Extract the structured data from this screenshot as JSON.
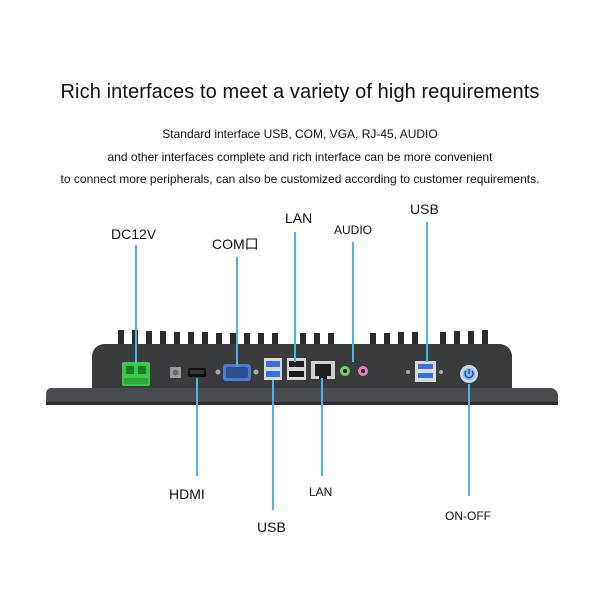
{
  "heading": "Rich interfaces to meet a variety of high requirements",
  "description": [
    "Standard interface USB, COM, VGA, RJ-45, AUDIO",
    "and other interfaces complete and rich interface can be more convenient",
    "to connect more peripherals, can also be customized according to customer requirements."
  ],
  "labels": {
    "dc12v": "DC12V",
    "com": "COM口",
    "lan_top": "LAN",
    "audio": "AUDIO",
    "usb_top": "USB",
    "hdmi": "HDMI",
    "usb_bottom": "USB",
    "lan_bottom": "LAN",
    "on_off": "ON-OFF"
  },
  "colors": {
    "pointer_line": "#45b6e6",
    "device_body": "#3a3b3d",
    "dc_connector": "#3cc94a",
    "vga_port": "#4a7bd0",
    "usb_port": "#3a6fd8",
    "audio_green": "#6fd06a",
    "audio_pink": "#e87ab8",
    "power_button": "#7fb8ff"
  }
}
